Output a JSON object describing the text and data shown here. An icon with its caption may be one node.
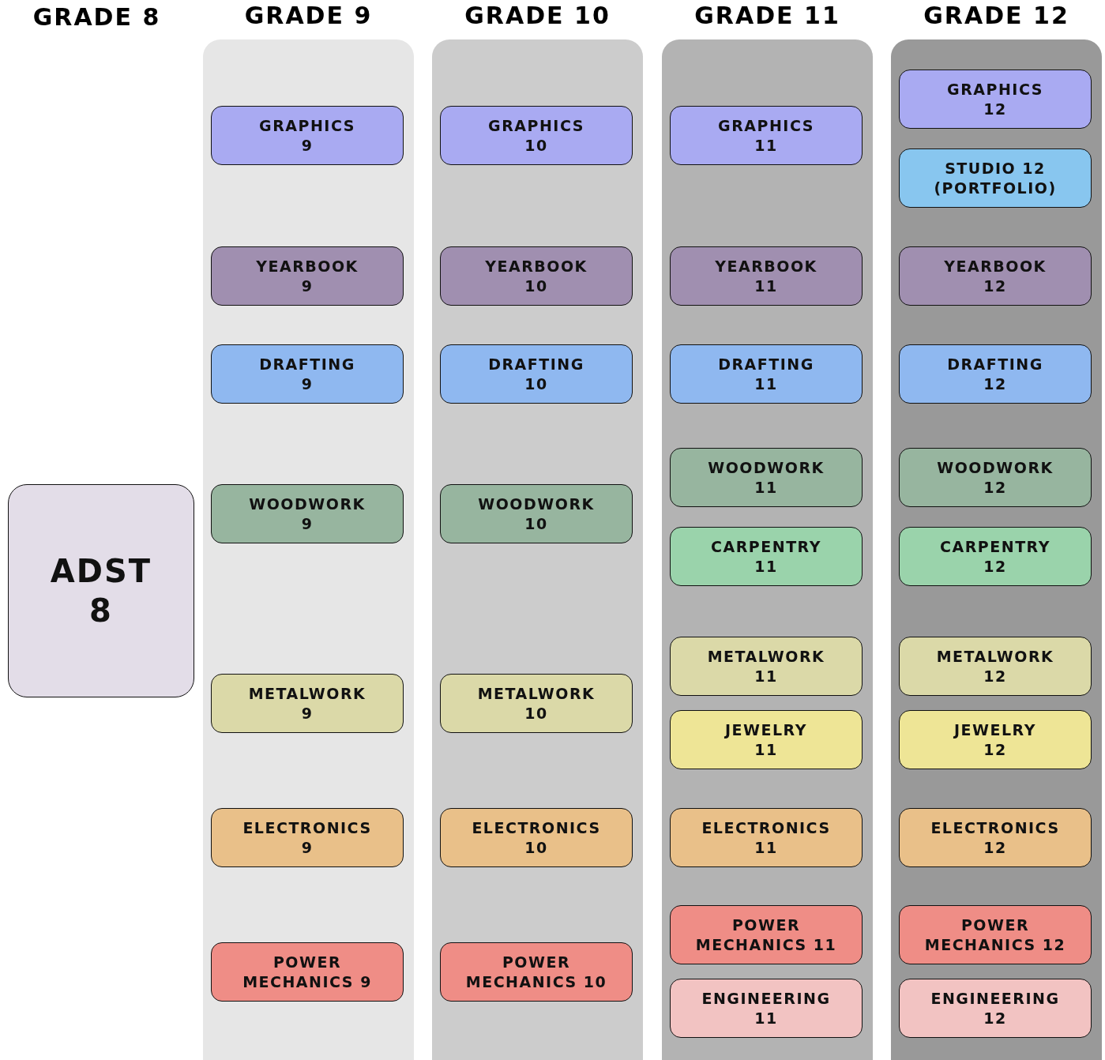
{
  "diagram": {
    "nodes": [
      {
        "text": [
          "ADST 8"
        ]
      },
      {
        "text": [
          "GRADE 9"
        ]
      },
      {
        "text": [
          "GRAPHICS 9"
        ],
        "in": 1
      },
      {
        "text": [
          "YEARBOOK 9"
        ],
        "in": 1
      },
      {
        "text": [
          "DRAFTING 9"
        ],
        "in": 1
      },
      {
        "text": [
          "WOODWORK 9"
        ],
        "in": 1
      },
      {
        "text": [
          "METALWORK 9"
        ],
        "in": 1
      },
      {
        "text": [
          "ELECTRONICS 9"
        ],
        "in": 1
      },
      {
        "text": [
          "POWER MECHANICS 9"
        ],
        "in": 1
      },
      {
        "text": [
          "GRADE 10"
        ]
      },
      {
        "text": [
          "GRAPHICS 10"
        ],
        "in": 9
      },
      {
        "text": [
          "YEARBOOK 10"
        ],
        "in": 9
      },
      {
        "text": [
          "DRAFTING 10"
        ],
        "in": 9
      },
      {
        "text": [
          "WOODWORK 10"
        ],
        "in": 9
      },
      {
        "text": [
          "METALWORK 10"
        ],
        "in": 9
      },
      {
        "text": [
          "ELECTRONICS 10"
        ],
        "in": 9
      },
      {
        "text": [
          "POWER MECHANICS 10"
        ],
        "in": 9
      },
      {
        "text": [
          "GRADE 11"
        ]
      },
      {
        "text": [
          "GRAPHICS 11"
        ],
        "in": 17
      },
      {
        "text": [
          "YEARBOOK 11"
        ],
        "in": 17
      },
      {
        "text": [
          "DRAFTING 11"
        ],
        "in": 17
      },
      {
        "text": [
          "WOODWORK 11"
        ],
        "in": 17
      },
      {
        "text": [
          "CARPENTRY 11"
        ],
        "in": 17
      },
      {
        "text": [
          "METALWORK 11"
        ],
        "in": 17
      },
      {
        "text": [
          "JEWELRY 11"
        ],
        "in": 17
      },
      {
        "text": [
          "ELECTRONICS 11"
        ],
        "in": 17
      },
      {
        "text": [
          "POWER MECHANICS 11"
        ],
        "in": 17
      },
      {
        "text": [
          "ENGINEERING 11"
        ],
        "in": 17
      },
      {
        "text": [
          "GRADE 12"
        ]
      },
      {
        "text": [
          "GRAPHICS 12"
        ],
        "in": 28
      },
      {
        "text": [
          "STUDIO 12 (PORTFOLIO)"
        ],
        "in": 28
      },
      {
        "text": [
          "YEARBOOK 12"
        ],
        "in": 28
      },
      {
        "text": [
          "DRAFTING 12"
        ],
        "in": 28
      },
      {
        "text": [
          "WOODWORK 12"
        ],
        "in": 28
      },
      {
        "text": [
          "CARPENTRY 12"
        ],
        "in": 28
      },
      {
        "text": [
          "METALWORK 12"
        ],
        "in": 28
      },
      {
        "text": [
          "JEWELRY 12"
        ],
        "in": 28
      },
      {
        "text": [
          "ELECTRONICS 12"
        ],
        "in": 28
      },
      {
        "text": [
          "POWER MECHANICS 12"
        ],
        "in": 28
      },
      {
        "text": [
          "ENGINEERING 12"
        ],
        "in": 28
      }
    ],
    "edges": [],
    "labels": [
      "GRADE 8"
    ]
  }
}
